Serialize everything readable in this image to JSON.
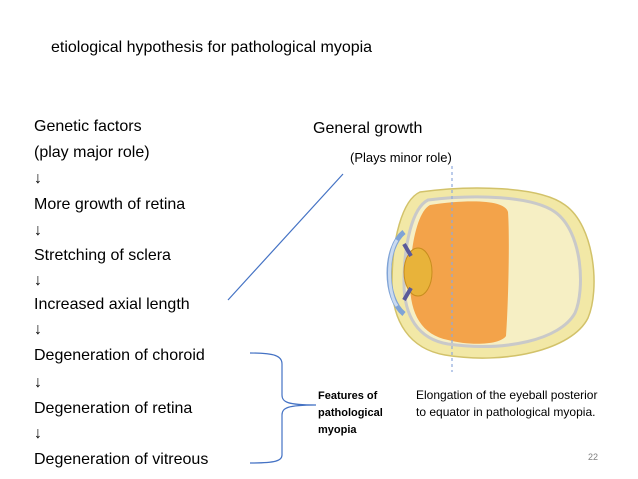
{
  "slide": {
    "title": "etiological hypothesis for pathological myopia",
    "chain": [
      "Genetic factors",
      "(play major role)",
      "↓",
      "More growth of retina",
      "↓",
      "Stretching of sclera",
      "↓",
      " Increased axial length",
      "↓",
      " Degeneration of choroid",
      "↓",
      " Degeneration of retina",
      "↓",
      " Degeneration of vitreous"
    ],
    "general_growth": "General growth",
    "minor_role": "(Plays minor role)",
    "features": "Features of pathological myopia",
    "elongation": "Elongation of the eyeball posterior to equator in pathological myopia.",
    "page_number": "22"
  },
  "colors": {
    "connector": "#4472c4",
    "sclera": "#f2e8a6",
    "lens": "#e8b33a",
    "vitreous": "#f3a34a",
    "cornea": "#7fa3d6"
  }
}
